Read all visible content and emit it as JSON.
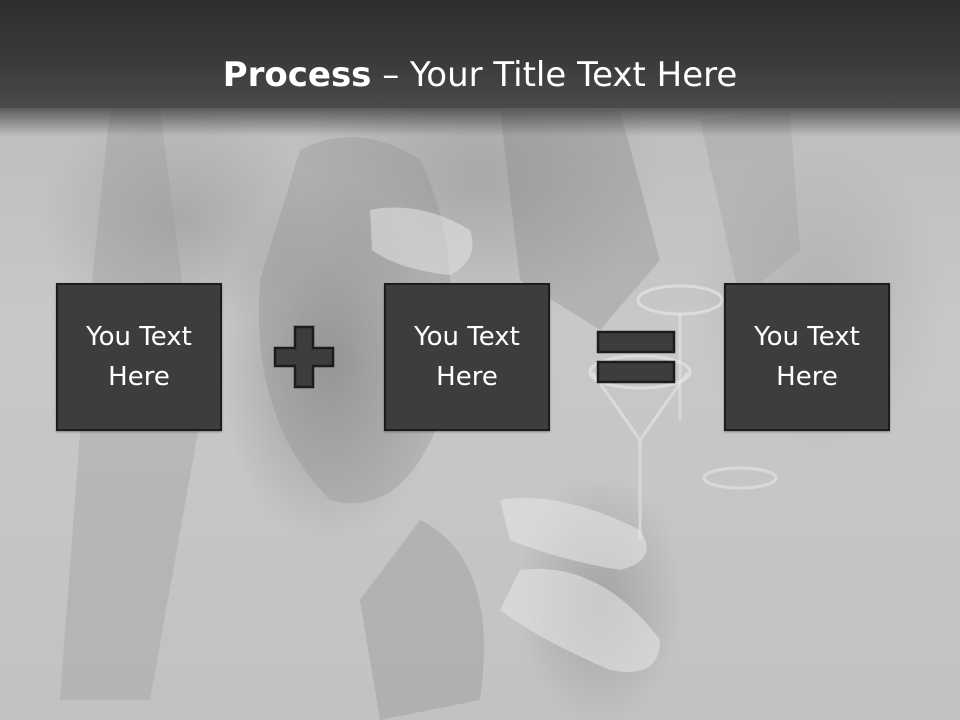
{
  "title": {
    "bold": "Process",
    "rest": " – Your Title Text Here"
  },
  "boxes": [
    {
      "label": "You Text Here"
    },
    {
      "label": "You Text Here"
    },
    {
      "label": "You Text Here"
    }
  ],
  "operators": {
    "first": "plus-icon",
    "second": "equals-icon"
  },
  "colors": {
    "title_bar": "#3a3a3a",
    "box_fill": "#3d3d3d",
    "box_border": "#1c1c1c",
    "operator_fill": "#3d3d3d",
    "text": "#ffffff",
    "background": "#c4c4c4"
  }
}
